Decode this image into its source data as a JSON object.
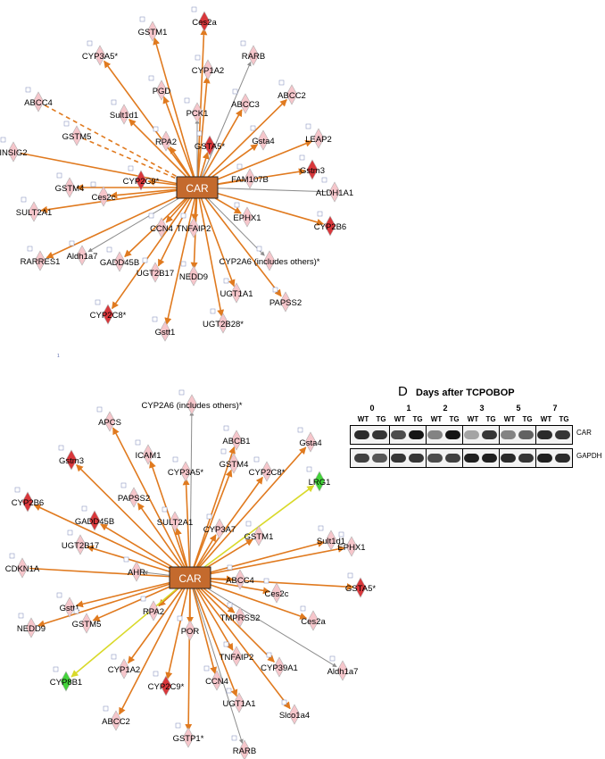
{
  "network_top": {
    "center": "CAR",
    "nodes": [
      {
        "label": "Ces2a",
        "sat": "dark",
        "arrow": true,
        "color": "orange"
      },
      {
        "label": "GSTM1",
        "sat": "light",
        "arrow": true,
        "color": "orange"
      },
      {
        "label": "CYP3A5*",
        "sat": "light",
        "arrow": true,
        "color": "orange"
      },
      {
        "label": "RARB",
        "sat": "light",
        "arrow": true,
        "color": "gray"
      },
      {
        "label": "CYP1A2",
        "sat": "light",
        "arrow": true,
        "color": "orange"
      },
      {
        "label": "PGD",
        "sat": "light",
        "arrow": true,
        "color": "orange"
      },
      {
        "label": "PCK1",
        "sat": "light",
        "arrow": true,
        "color": "gray"
      },
      {
        "label": "ABCC2",
        "sat": "light",
        "arrow": true,
        "color": "orange"
      },
      {
        "label": "ABCC4",
        "sat": "light",
        "arrow": false,
        "color": "orange-dash"
      },
      {
        "label": "Sult1d1",
        "sat": "light",
        "arrow": true,
        "color": "orange"
      },
      {
        "label": "ABCC3",
        "sat": "light",
        "arrow": true,
        "color": "orange"
      },
      {
        "label": "GSTM5",
        "sat": "light",
        "arrow": false,
        "color": "orange-dash"
      },
      {
        "label": "RPA2",
        "sat": "light",
        "arrow": true,
        "color": "orange"
      },
      {
        "label": "GSTA5*",
        "sat": "dark",
        "arrow": true,
        "color": "orange"
      },
      {
        "label": "Gsta4",
        "sat": "light",
        "arrow": true,
        "color": "orange"
      },
      {
        "label": "LEAP2",
        "sat": "light",
        "arrow": true,
        "color": "orange"
      },
      {
        "label": "INSIG2",
        "sat": "light",
        "arrow": false,
        "color": "orange"
      },
      {
        "label": "Gstm3",
        "sat": "dark",
        "arrow": true,
        "color": "orange"
      },
      {
        "label": "CYP2C9*",
        "sat": "dark",
        "arrow": true,
        "color": "orange"
      },
      {
        "label": "FAM107B",
        "sat": "light",
        "arrow": false,
        "color": "orange"
      },
      {
        "label": "GSTM4",
        "sat": "light",
        "arrow": true,
        "color": "orange"
      },
      {
        "label": "ALDH1A1",
        "sat": "light",
        "arrow": false,
        "color": "gray"
      },
      {
        "label": "Ces2c",
        "sat": "light",
        "arrow": true,
        "color": "orange"
      },
      {
        "label": "SULT2A1",
        "sat": "light",
        "arrow": true,
        "color": "orange"
      },
      {
        "label": "EPHX1",
        "sat": "light",
        "arrow": true,
        "color": "orange"
      },
      {
        "label": "CYP2B6",
        "sat": "dark",
        "arrow": true,
        "color": "orange"
      },
      {
        "label": "CCN4",
        "sat": "light",
        "arrow": true,
        "color": "orange"
      },
      {
        "label": "TNFAIP2",
        "sat": "light",
        "arrow": true,
        "color": "orange"
      },
      {
        "label": "Aldh1a7",
        "sat": "light",
        "arrow": true,
        "color": "gray"
      },
      {
        "label": "RARRES1",
        "sat": "light",
        "arrow": true,
        "color": "orange"
      },
      {
        "label": "GADD45B",
        "sat": "light",
        "arrow": true,
        "color": "orange"
      },
      {
        "label": "CYP2A6 (includes others)*",
        "sat": "light",
        "arrow": true,
        "color": "gray"
      },
      {
        "label": "UGT2B17",
        "sat": "light",
        "arrow": true,
        "color": "orange"
      },
      {
        "label": "NEDD9",
        "sat": "light",
        "arrow": true,
        "color": "orange"
      },
      {
        "label": "UGT1A1",
        "sat": "light",
        "arrow": true,
        "color": "orange"
      },
      {
        "label": "PAPSS2",
        "sat": "light",
        "arrow": true,
        "color": "orange"
      },
      {
        "label": "CYP2C8*",
        "sat": "dark",
        "arrow": true,
        "color": "orange"
      },
      {
        "label": "UGT2B28*",
        "sat": "light",
        "arrow": true,
        "color": "orange"
      },
      {
        "label": "Gstt1",
        "sat": "light",
        "arrow": true,
        "color": "orange"
      }
    ]
  },
  "network_bottom": {
    "center": "CAR",
    "nodes": [
      {
        "label": "CYP2A6 (includes others)*",
        "sat": "light",
        "arrow": true,
        "color": "gray"
      },
      {
        "label": "ABCB1",
        "sat": "light",
        "arrow": true,
        "color": "orange"
      },
      {
        "label": "APCS",
        "sat": "light",
        "arrow": true,
        "color": "orange"
      },
      {
        "label": "Gsta4",
        "sat": "light",
        "arrow": true,
        "color": "orange"
      },
      {
        "label": "ICAM1",
        "sat": "light",
        "arrow": true,
        "color": "orange"
      },
      {
        "label": "Gstm3",
        "sat": "dark",
        "arrow": true,
        "color": "orange"
      },
      {
        "label": "CYP3A5*",
        "sat": "light",
        "arrow": true,
        "color": "orange"
      },
      {
        "label": "GSTM4",
        "sat": "light",
        "arrow": true,
        "color": "orange"
      },
      {
        "label": "CYP2C8*",
        "sat": "light",
        "arrow": true,
        "color": "orange"
      },
      {
        "label": "LRG1",
        "sat": "green",
        "arrow": true,
        "color": "yellow"
      },
      {
        "label": "PAPSS2",
        "sat": "light",
        "arrow": true,
        "color": "orange"
      },
      {
        "label": "CYP2B6",
        "sat": "dark",
        "arrow": true,
        "color": "orange"
      },
      {
        "label": "GADD45B",
        "sat": "dark",
        "arrow": true,
        "color": "orange"
      },
      {
        "label": "SULT2A1",
        "sat": "light",
        "arrow": true,
        "color": "orange"
      },
      {
        "label": "CYP3A7",
        "sat": "light",
        "arrow": true,
        "color": "orange"
      },
      {
        "label": "GSTM1",
        "sat": "light",
        "arrow": true,
        "color": "orange"
      },
      {
        "label": "Sult1d1",
        "sat": "light",
        "arrow": true,
        "color": "orange"
      },
      {
        "label": "UGT2B17",
        "sat": "light",
        "arrow": true,
        "color": "orange"
      },
      {
        "label": "EPHX1",
        "sat": "light",
        "arrow": true,
        "color": "orange"
      },
      {
        "label": "CDKN1A",
        "sat": "light",
        "arrow": false,
        "color": "orange"
      },
      {
        "label": "AHR",
        "sat": "light",
        "arrow": true,
        "color": "gray"
      },
      {
        "label": "ABCC4",
        "sat": "light",
        "arrow": true,
        "color": "orange"
      },
      {
        "label": "GSTA5*",
        "sat": "dark",
        "arrow": true,
        "color": "orange"
      },
      {
        "label": "Ces2c",
        "sat": "light",
        "arrow": true,
        "color": "orange"
      },
      {
        "label": "Gstt1",
        "sat": "light",
        "arrow": true,
        "color": "orange"
      },
      {
        "label": "RPA2",
        "sat": "light",
        "arrow": true,
        "color": "orange"
      },
      {
        "label": "Ces2a",
        "sat": "light",
        "arrow": true,
        "color": "orange"
      },
      {
        "label": "NEDD9",
        "sat": "light",
        "arrow": true,
        "color": "orange"
      },
      {
        "label": "GSTM5",
        "sat": "light",
        "arrow": true,
        "color": "orange"
      },
      {
        "label": "TMPRSS2",
        "sat": "light",
        "arrow": true,
        "color": "orange"
      },
      {
        "label": "POR",
        "sat": "light",
        "arrow": true,
        "color": "orange"
      },
      {
        "label": "TNFAIP2",
        "sat": "light",
        "arrow": true,
        "color": "orange"
      },
      {
        "label": "CYP39A1",
        "sat": "light",
        "arrow": true,
        "color": "orange"
      },
      {
        "label": "Aldh1a7",
        "sat": "light",
        "arrow": true,
        "color": "gray"
      },
      {
        "label": "CYP8B1",
        "sat": "green",
        "arrow": true,
        "color": "yellow"
      },
      {
        "label": "CYP1A2",
        "sat": "light",
        "arrow": true,
        "color": "orange"
      },
      {
        "label": "CYP2C9*",
        "sat": "dark",
        "arrow": true,
        "color": "orange"
      },
      {
        "label": "CCN4",
        "sat": "light",
        "arrow": true,
        "color": "orange"
      },
      {
        "label": "UGT1A1",
        "sat": "light",
        "arrow": true,
        "color": "orange"
      },
      {
        "label": "Slco1a4",
        "sat": "light",
        "arrow": true,
        "color": "orange"
      },
      {
        "label": "ABCC2",
        "sat": "light",
        "arrow": true,
        "color": "orange"
      },
      {
        "label": "GSTP1*",
        "sat": "light",
        "arrow": true,
        "color": "orange"
      },
      {
        "label": "RARB",
        "sat": "light",
        "arrow": true,
        "color": "gray"
      }
    ]
  },
  "western_blot": {
    "panel_letter": "D",
    "title": "Days after TCPOBOP",
    "days": [
      "0",
      "1",
      "2",
      "3",
      "5",
      "7"
    ],
    "genotypes": [
      "WT",
      "TG"
    ],
    "car_label": "CAR",
    "gapdh_label": "GAPDH",
    "car_intensity": [
      0.85,
      0.8,
      0.7,
      0.95,
      0.45,
      0.95,
      0.3,
      0.8,
      0.45,
      0.6,
      0.85,
      0.8
    ],
    "gapdh_intensity": [
      0.75,
      0.65,
      0.8,
      0.8,
      0.7,
      0.75,
      0.9,
      0.9,
      0.85,
      0.8,
      0.9,
      0.85
    ]
  },
  "colors": {
    "orange_edge": "#e07a1f",
    "gray_edge": "#8c8c8c",
    "yellow_edge": "#d9d92a",
    "hub_fill": "#c46a2d",
    "node_light": "#f6c6cb",
    "node_dark": "#d9373b",
    "node_green": "#43d43a"
  }
}
